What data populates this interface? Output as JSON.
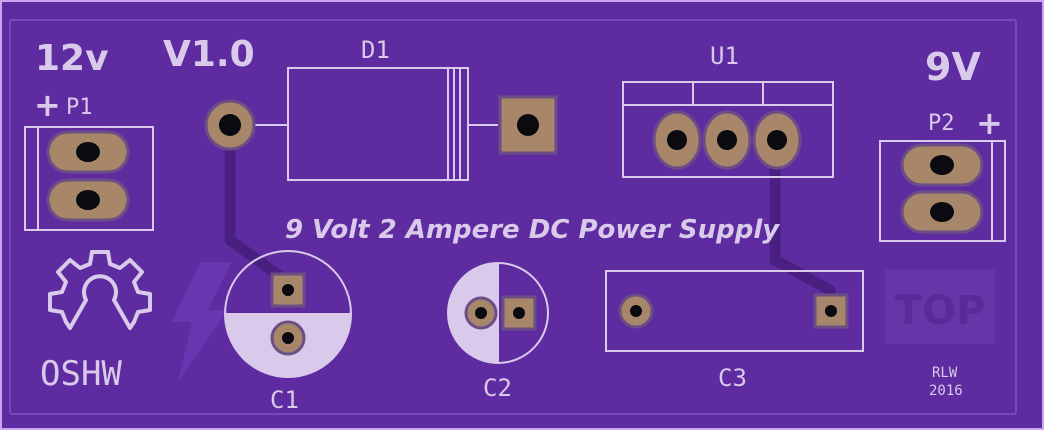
{
  "board": {
    "title": "9 Volt 2 Ampere DC Power Supply",
    "version": "V1.0",
    "input_voltage": "12v",
    "output_voltage": "9V",
    "side_marker": "TOP",
    "oshw_text": "OSHW",
    "author": "RLW",
    "year": "2016",
    "colors": {
      "soldermask": "#5e2ca0",
      "silkscreen": "#d9c9ea",
      "copper_pad": "#a8866a",
      "trace": "#4a1f82",
      "edge": "#c9a6ee"
    }
  },
  "components": {
    "p1": {
      "label": "P1",
      "polarity": "+"
    },
    "p2": {
      "label": "P2",
      "polarity": "+"
    },
    "d1": {
      "label": "D1"
    },
    "u1": {
      "label": "U1"
    },
    "c1": {
      "label": "C1"
    },
    "c2": {
      "label": "C2"
    },
    "c3": {
      "label": "C3"
    }
  }
}
